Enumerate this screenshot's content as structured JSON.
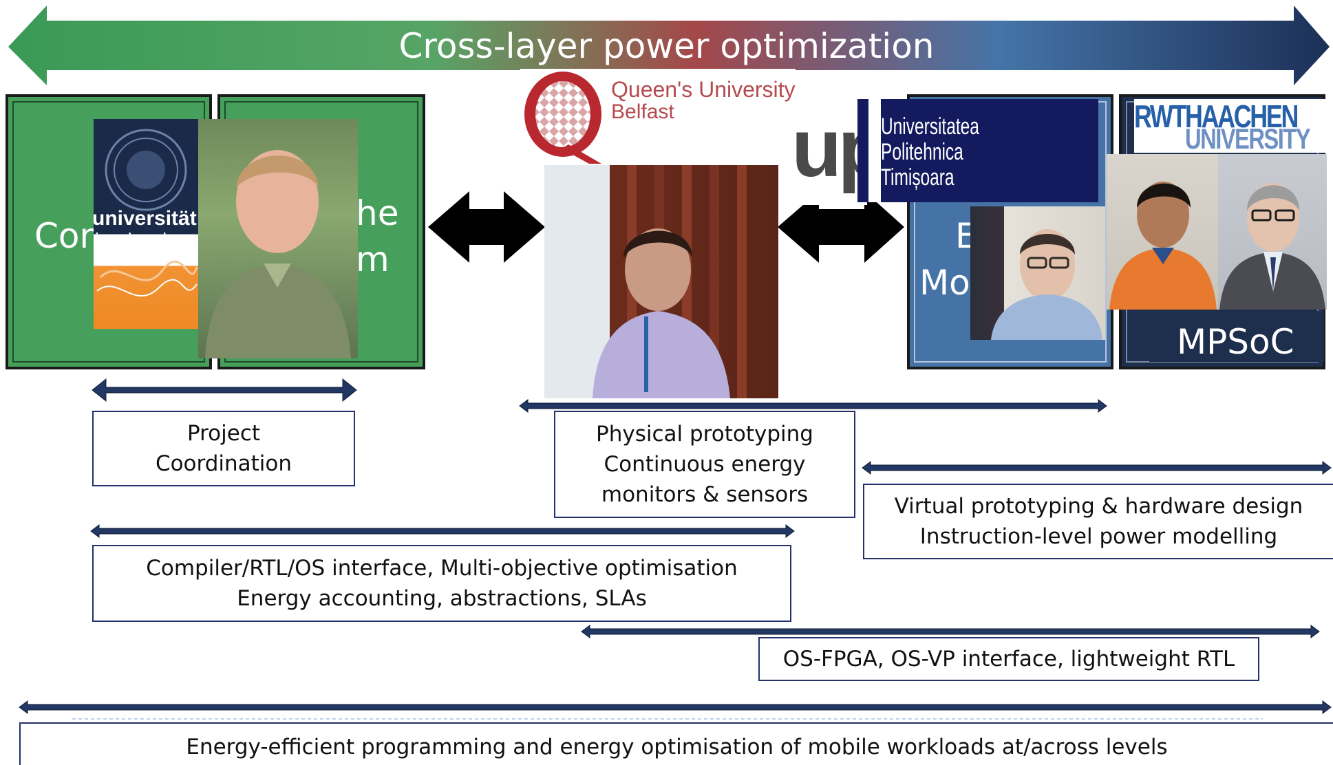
{
  "title": "Cross-layer power optimization",
  "panels": {
    "left_a_text": "Con",
    "left_b_text_1": "he",
    "left_b_text_2": "m",
    "blue_text_1": "E",
    "blue_text_2": "Mo",
    "navy_text": "MPSoC"
  },
  "logos": {
    "innsbruck_1": "universität",
    "innsbruck_2": "innsbruck",
    "queens_1": "Queen's University",
    "queens_2": "Belfast",
    "upt_mark": "up",
    "upt_1": "Universitatea",
    "upt_2": "Politehnica",
    "upt_3": "Timișoara",
    "rwth_1": "RWTHAACHEN",
    "rwth_2": "UNIVERSITY"
  },
  "boxes": {
    "project_coordination": [
      "Project",
      "Coordination"
    ],
    "physical_prototyping": [
      "Physical prototyping",
      "Continuous energy",
      "monitors & sensors"
    ],
    "virtual_prototyping": [
      "Virtual prototyping & hardware design",
      "Instruction-level power modelling"
    ],
    "compiler": [
      "Compiler/RTL/OS interface, Multi-objective optimisation",
      "Energy accounting, abstractions, SLAs"
    ],
    "os_fpga": [
      "OS-FPGA, OS-VP interface, lightweight RTL"
    ],
    "energy_efficient": [
      "Energy-efficient programming and energy optimisation of mobile workloads at/across levels"
    ]
  },
  "colors": {
    "green": "#46a05b",
    "red": "#a94a4a",
    "blue": "#4673a6",
    "navy": "#1e2e4d",
    "queens_red": "#b8282e",
    "upt_navy": "#131b5e",
    "rwth_blue": "#2560a8",
    "arrow_navy": "#223763"
  }
}
